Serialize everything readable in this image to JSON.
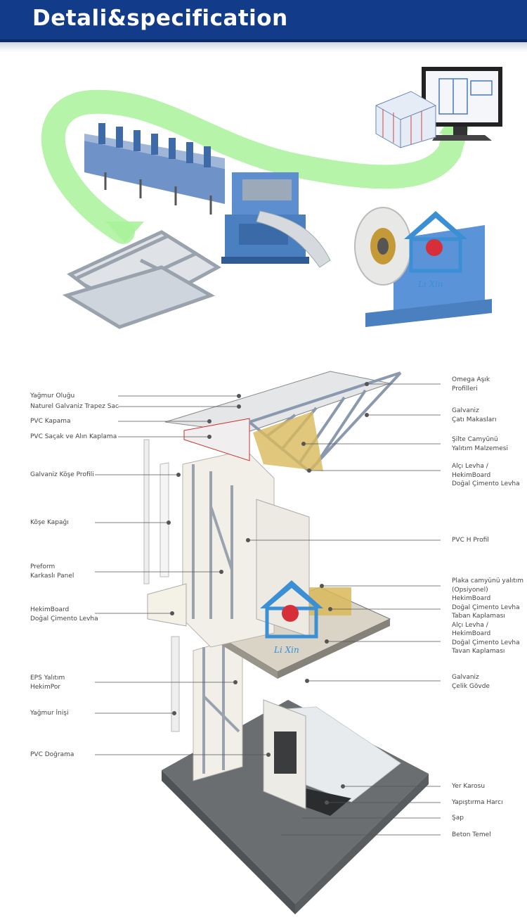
{
  "header": {
    "title": "Detali&specification"
  },
  "brand": {
    "logo_text": "Li Xin",
    "accent": "#d62f3a",
    "blue": "#3b8fd4"
  },
  "colors": {
    "header_bg": "#123b8a",
    "arrow_green": "#9cf08c",
    "machine_blue": "#4a7fc0"
  },
  "labels_left": [
    {
      "id": "yagmur-olugu",
      "lines": [
        "Yağmur Oluğu"
      ]
    },
    {
      "id": "trapez-sac",
      "lines": [
        "Naturel Galvaniz Trapez Sac"
      ]
    },
    {
      "id": "pvc-kapama",
      "lines": [
        "PVC Kapama"
      ]
    },
    {
      "id": "pvc-sacak",
      "lines": [
        "PVC Saçak ve Alın Kaplama"
      ]
    },
    {
      "id": "kose-profili",
      "lines": [
        "Galvaniz Köşe Profili"
      ]
    },
    {
      "id": "kose-kapagi",
      "lines": [
        "Köşe Kapağı"
      ]
    },
    {
      "id": "preform-panel",
      "lines": [
        "Preform",
        "Karkaslı Panel"
      ]
    },
    {
      "id": "hekimboard-left",
      "lines": [
        "HekimBoard",
        "Doğal Çimento Levha"
      ]
    },
    {
      "id": "eps-yalitim",
      "lines": [
        "EPS Yalıtım",
        "HekimPor"
      ]
    },
    {
      "id": "yagmur-inisi",
      "lines": [
        "Yağmur İnişi"
      ]
    },
    {
      "id": "pvc-dograma",
      "lines": [
        "PVC Doğrama"
      ]
    }
  ],
  "labels_right": [
    {
      "id": "omega-asik",
      "lines": [
        "Omega Aşık",
        "Profilleri"
      ]
    },
    {
      "id": "cati-makaslari",
      "lines": [
        "Galvaniz",
        "Çatı Makasları"
      ]
    },
    {
      "id": "silte-camyunu",
      "lines": [
        "Şilte Camyünü",
        "Yalıtım Malzemesi"
      ]
    },
    {
      "id": "alci-levha-top",
      "lines": [
        "Alçı Levha /",
        "HekimBoard",
        "Doğal Çimento Levha"
      ]
    },
    {
      "id": "pvc-h-profil",
      "lines": [
        "PVC H Profil"
      ]
    },
    {
      "id": "plaka-camyunu",
      "lines": [
        "Plaka camyünü yalıtım",
        "(Opsiyonel)",
        "HekimBoard",
        "Doğal Çimento Levha",
        "Taban Kaplaması",
        "Alçı Levha /",
        "HekimBoard",
        "Doğal Çimento Levha",
        "Tavan Kaplaması"
      ]
    },
    {
      "id": "celik-govde",
      "lines": [
        "Galvaniz",
        "Çelik Gövde"
      ]
    },
    {
      "id": "yer-karosu",
      "lines": [
        "Yer Karosu"
      ]
    },
    {
      "id": "yapistirma-harci",
      "lines": [
        "Yapıştırma Harcı"
      ]
    },
    {
      "id": "sap",
      "lines": [
        "Şap"
      ]
    },
    {
      "id": "beton-temel",
      "lines": [
        "Beton Temel"
      ]
    }
  ]
}
